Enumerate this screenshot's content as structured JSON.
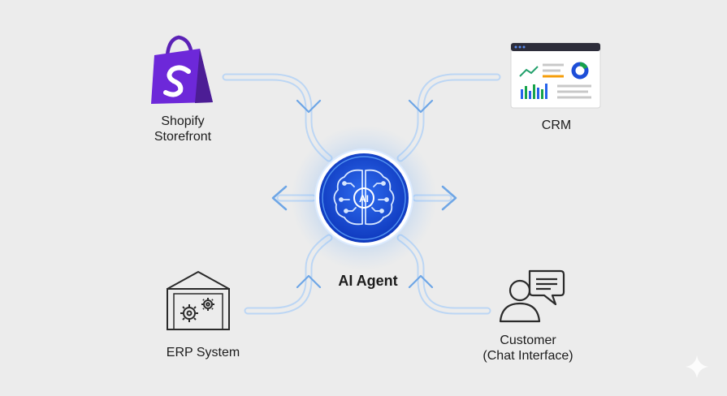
{
  "nodes": {
    "shopify": {
      "lines": [
        "Shopify",
        "Storefront"
      ],
      "icon": "shopping-bag-icon"
    },
    "crm": {
      "lines": [
        "CRM"
      ],
      "icon": "dashboard-icon"
    },
    "erp": {
      "lines": [
        "ERP System"
      ],
      "icon": "warehouse-gears-icon"
    },
    "customer": {
      "lines": [
        "Customer",
        "(Chat Interface)"
      ],
      "icon": "user-chat-icon"
    }
  },
  "agent": {
    "label": "AI Agent",
    "chip_text": "AI",
    "icon": "ai-brain-icon"
  },
  "colors": {
    "background": "#ececec",
    "flow_lines": "#7fb0e6",
    "agent_blue": "#1447d6",
    "shopify_purple": "#5b21b6"
  }
}
